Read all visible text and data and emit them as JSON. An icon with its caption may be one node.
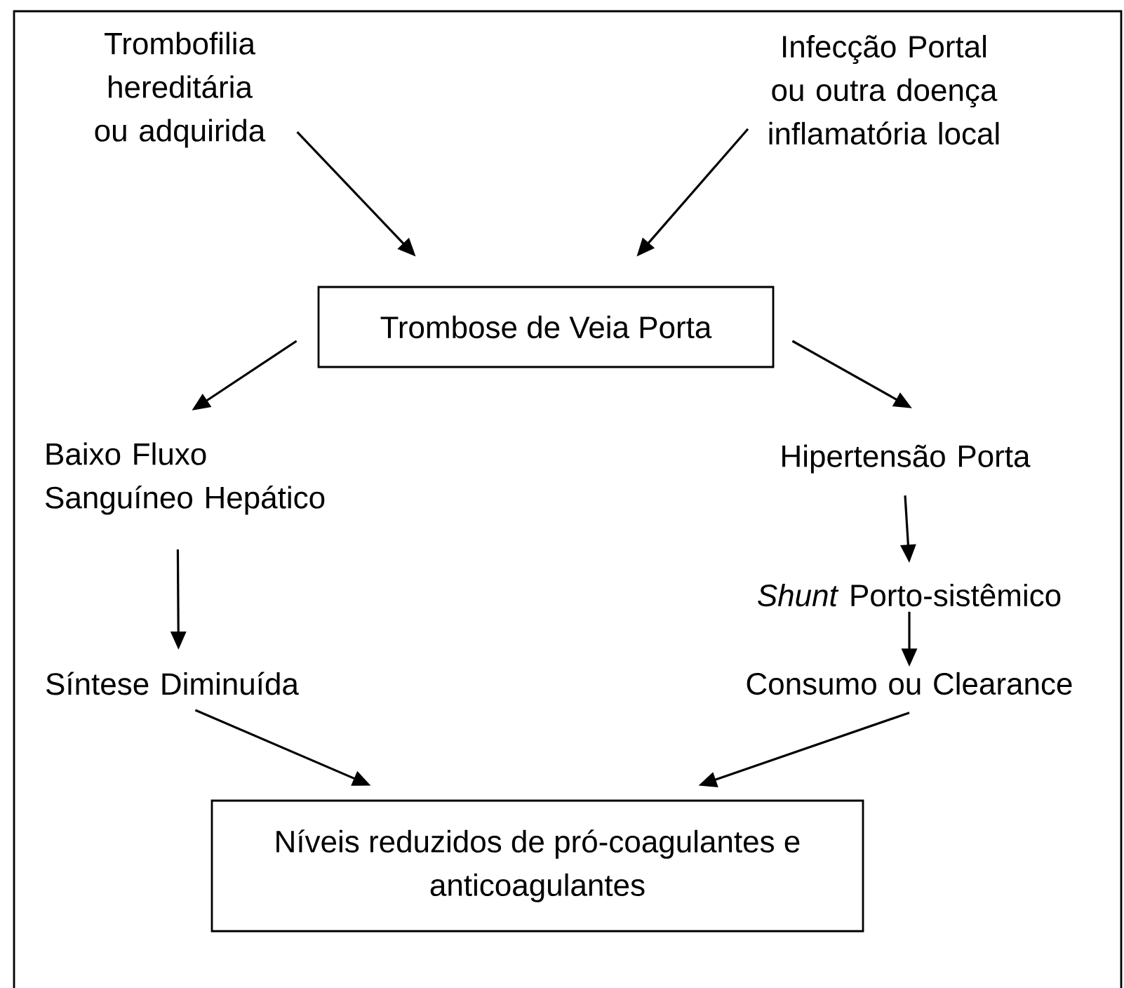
{
  "diagram": {
    "nodes": [
      {
        "text": [
          "Trombofilia hereditária ou adquirida"
        ]
      },
      {
        "text": [
          "Infecção Portal ou outra doença inflamatória local"
        ]
      },
      {
        "text": [
          "Trombose de Veia Porta"
        ]
      },
      {
        "text": [
          "Baixo Fluxo Sanguíneo Hepático"
        ]
      },
      {
        "text": [
          "Hipertensão Porta"
        ]
      },
      {
        "text": [
          "Síntese Diminuída"
        ]
      },
      {
        "text": [
          "*Shunt* Porto-sistêmico"
        ]
      },
      {
        "text": [
          "Consumo ou Clearance"
        ]
      },
      {
        "text": [
          "Níveis reduzidos de pró-coagulantes e anticoagulantes"
        ]
      }
    ],
    "edges": [
      {
        "from": 0,
        "to": 2,
        "arrow": "to"
      },
      {
        "from": 1,
        "to": 2,
        "arrow": "to"
      },
      {
        "from": 2,
        "to": 3,
        "arrow": "to"
      },
      {
        "from": 2,
        "to": 4,
        "arrow": "to"
      },
      {
        "from": 3,
        "to": 5,
        "arrow": "to"
      },
      {
        "from": 4,
        "to": 6,
        "arrow": "to"
      },
      {
        "from": 6,
        "to": 7,
        "arrow": "to"
      },
      {
        "from": 5,
        "to": 8,
        "arrow": "to"
      },
      {
        "from": 7,
        "to": 8,
        "arrow": "to"
      }
    ]
  }
}
